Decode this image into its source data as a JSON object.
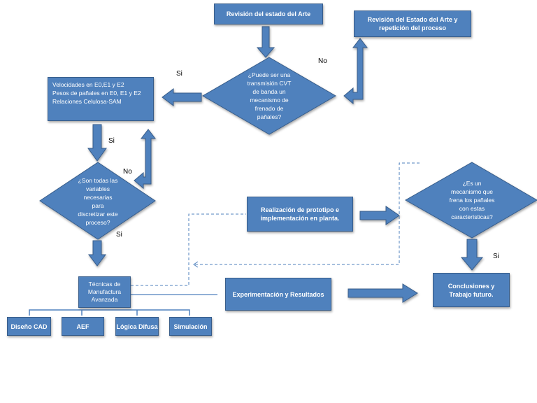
{
  "nodes": {
    "estado_arte": "Revisión del estado del Arte",
    "estado_arte_repeticion": "Revisión del Estado del Arte y\nrepetición del proceso",
    "decision_cvt": "¿Puede ser una\ntransmisión CVT\nde banda  un\nmecanismo de\nfrenado de\npañales?",
    "variables": "Velocidades en E0,E1 y E2\nPesos de pañales  en E0, E1 y E2\nRelaciones Celulosa-SAM",
    "decision_variables": "¿Son todas las\nvariables\nnecesarias\npara\ndiscretizar este\nproceso?",
    "tecnicas": "Técnicas de\nManufactura\nAvanzada",
    "diseno_cad": "Diseño CAD",
    "aef": "AEF",
    "logica_difusa": "Lógica Difusa",
    "simulacion": "Simulación",
    "prototipo": "Realización  de prototipo e\nimplementación en planta.",
    "decision_mecanismo": "¿Es un\nmecanismo que\nfrena  los pañales\ncon estas\ncaracterísticas?",
    "experimentacion": "Experimentación  y Resultados",
    "conclusiones": "Conclusiones y\nTrabajo futuro."
  },
  "labels": {
    "no_cvt": "No",
    "si_cvt": "Si",
    "si_variables_box": "Si",
    "no_variables": "No",
    "si_variables": "Si",
    "si_mecanismo": "Si"
  },
  "colors": {
    "fill": "#4f81bd",
    "stroke": "#385d8a",
    "connector": "#4f81bd"
  }
}
